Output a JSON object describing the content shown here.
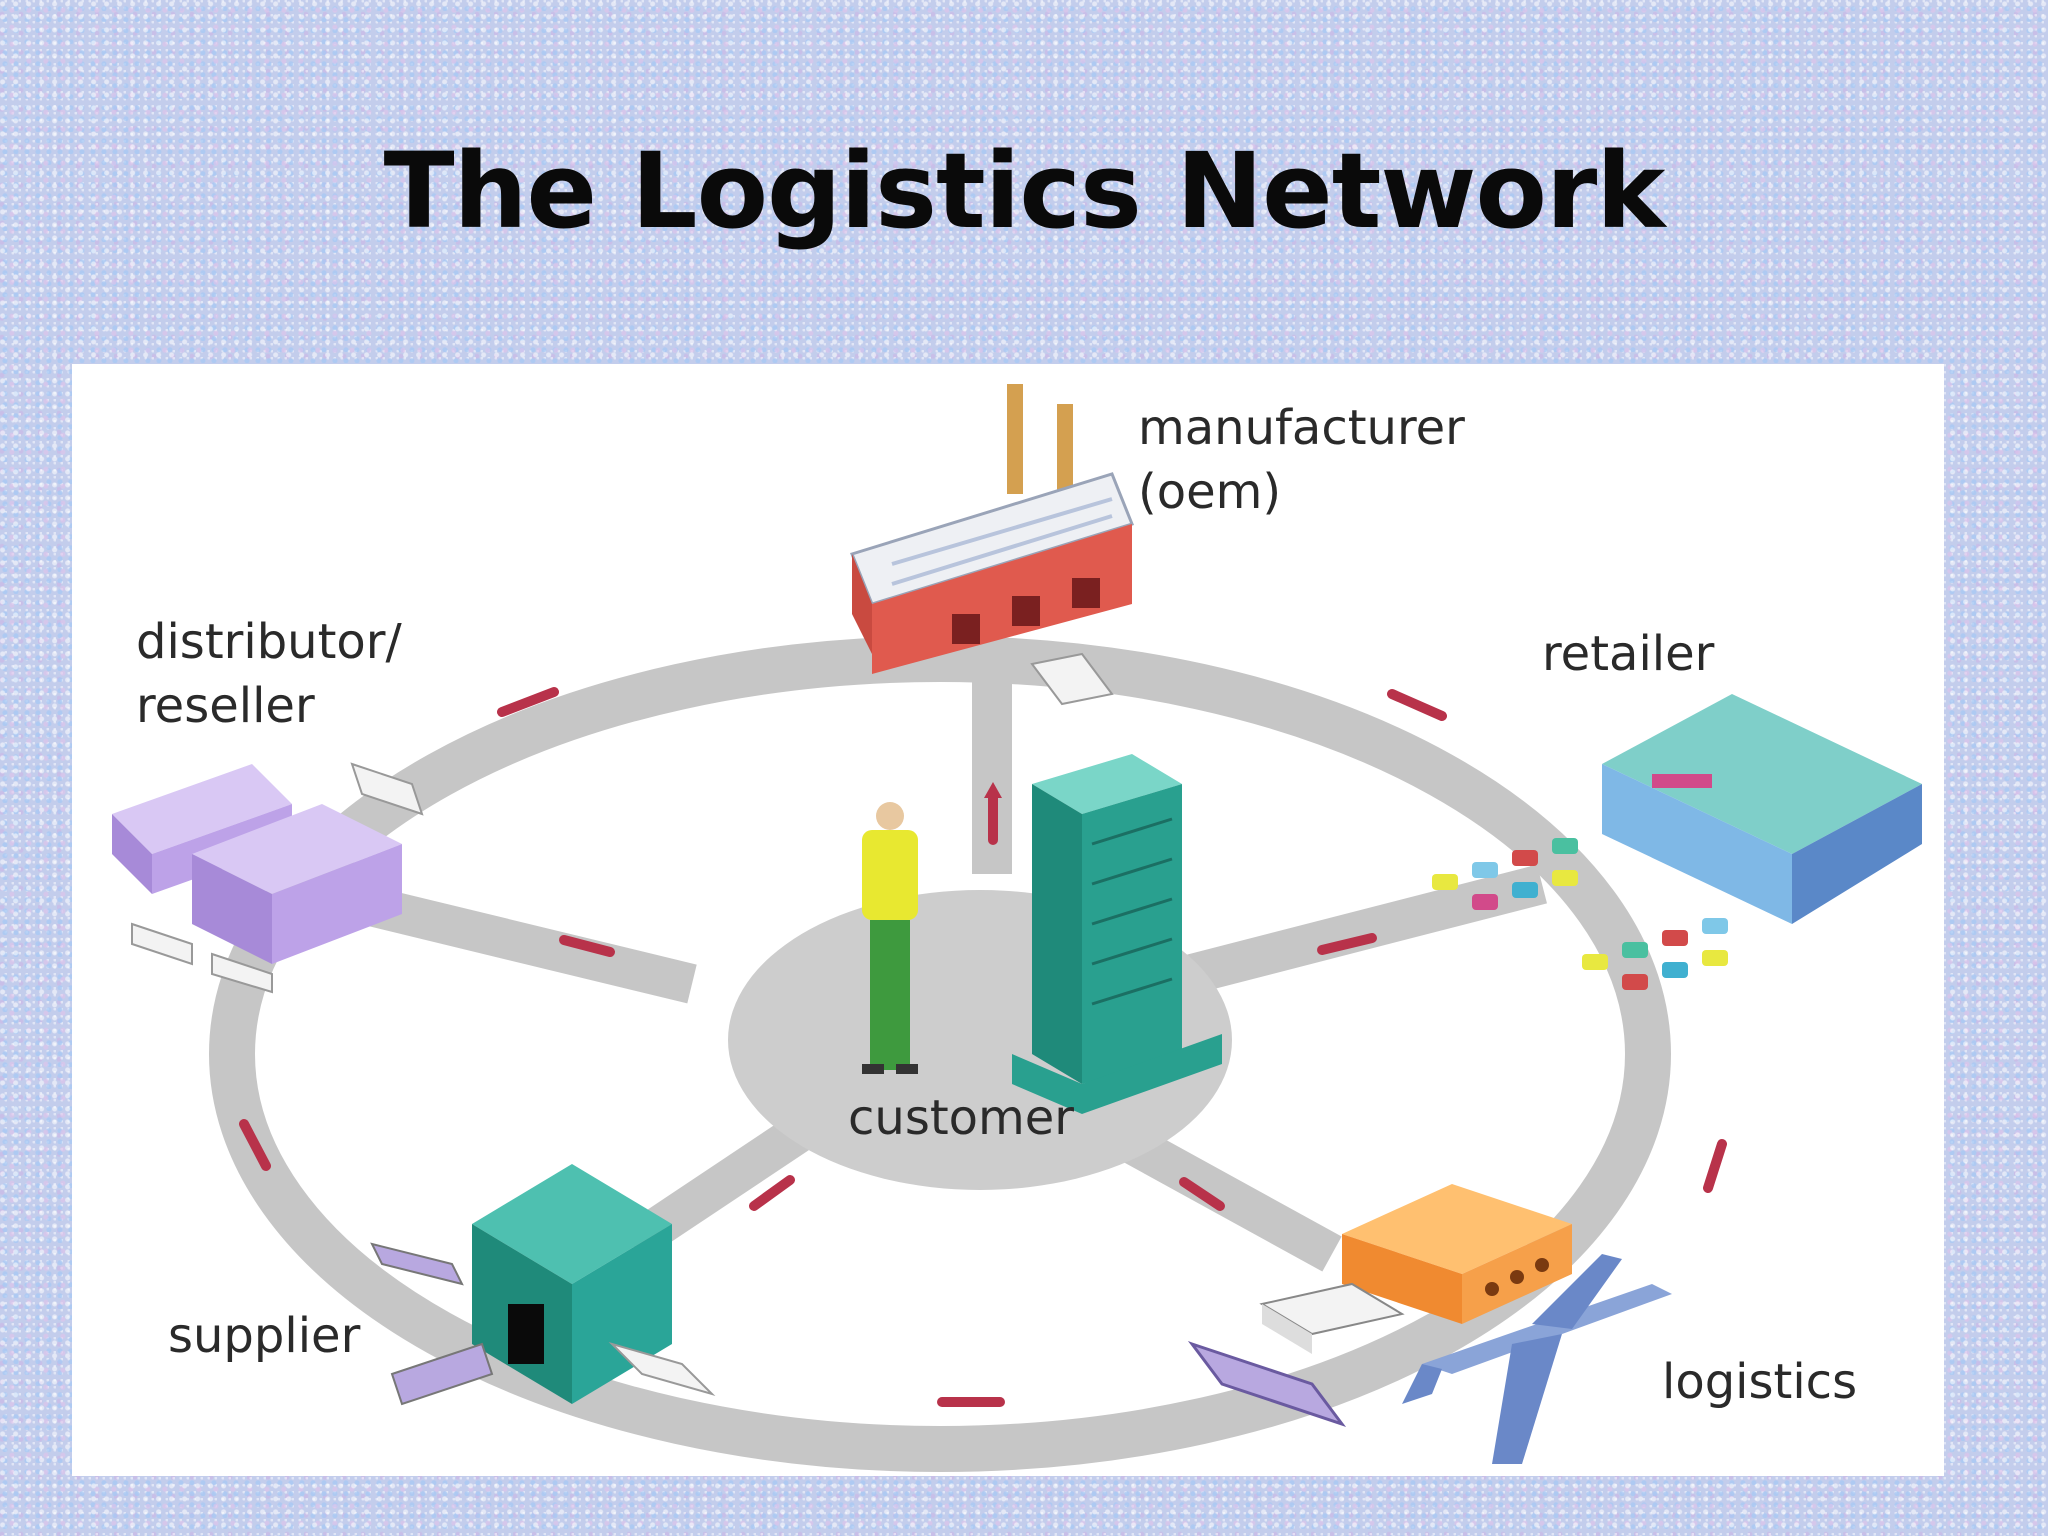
{
  "title": "The Logistics Network",
  "nodes": {
    "manufacturer": {
      "line1": "manufacturer",
      "line2": "(oem)"
    },
    "distributor": {
      "line1": "distributor/",
      "line2": "reseller"
    },
    "retailer": {
      "label": "retailer"
    },
    "customer": {
      "label": "customer"
    },
    "supplier": {
      "label": "supplier"
    },
    "logistics": {
      "label": "logistics"
    }
  },
  "colors": {
    "ring": "#c6c6c6",
    "arrow": "#b8324a",
    "factory": "#e05a4e",
    "distributor": "#bda2e8",
    "retailer": "#7fb8e6",
    "supplier": "#2aa598",
    "office": "#29a08f",
    "warehouse": "#f6a04a",
    "person_shirt": "#e8e830",
    "person_pants": "#3e9a3e"
  }
}
